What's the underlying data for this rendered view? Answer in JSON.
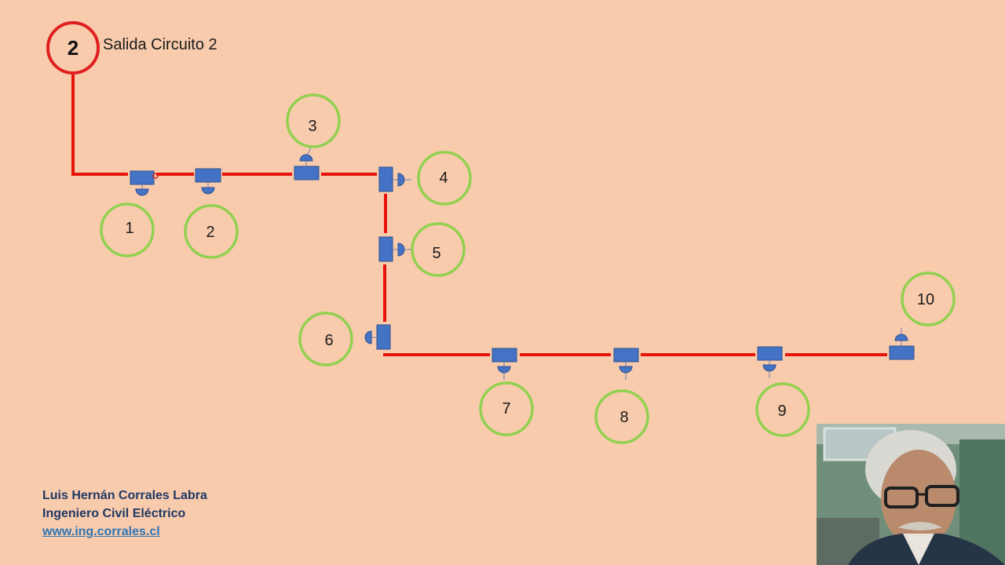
{
  "circuit": {
    "number": "2",
    "title": "Salida Circuito 2",
    "color": "#e02020"
  },
  "wire_color": "#e8140c",
  "device_color": "#4472c4",
  "label_ring_color": "#92d050",
  "outlets": [
    {
      "label": "1"
    },
    {
      "label": "2"
    },
    {
      "label": "3"
    },
    {
      "label": "4"
    },
    {
      "label": "5"
    },
    {
      "label": "6"
    },
    {
      "label": "7"
    },
    {
      "label": "8"
    },
    {
      "label": "9"
    },
    {
      "label": "10"
    }
  ],
  "author": {
    "name": "Luis Hernán Corrales Labra",
    "profession": "Ingeniero Civil Eléctrico",
    "website": "www.ing.corrales.cl"
  }
}
